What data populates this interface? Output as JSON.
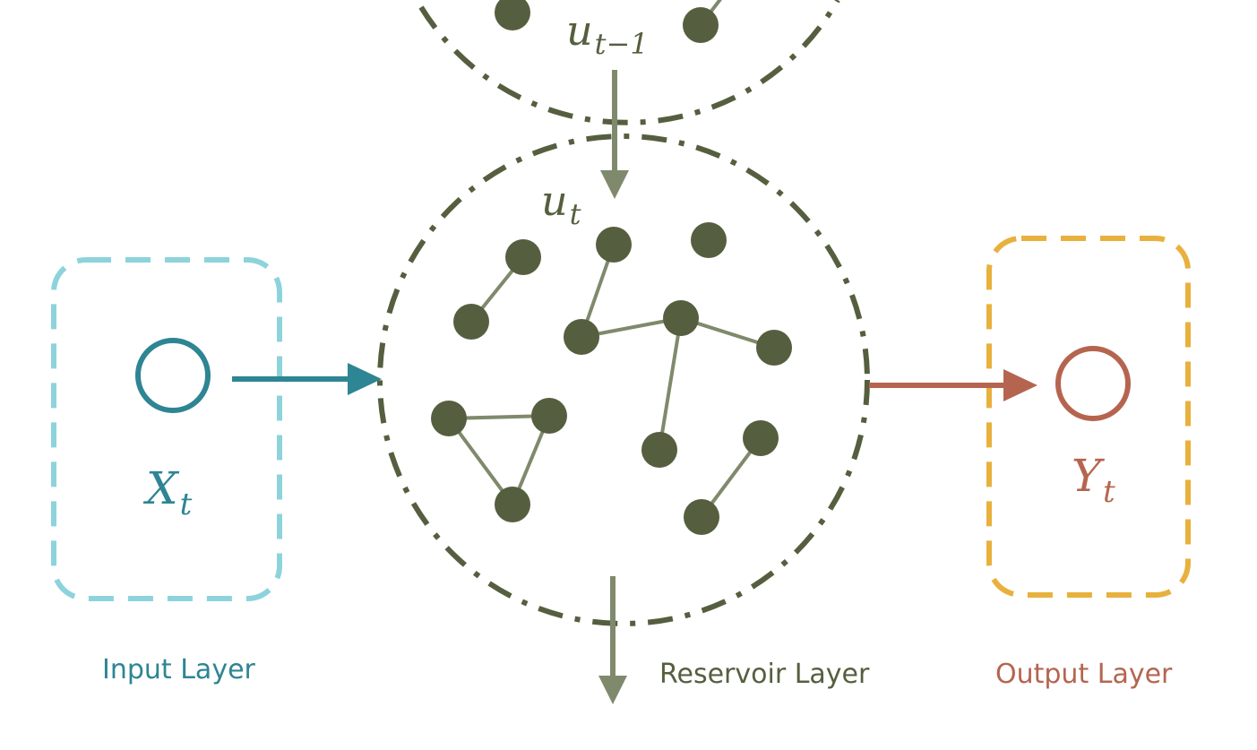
{
  "colors": {
    "reservoir": "#555f3f",
    "reservoir_edge": "#7f8a6c",
    "input": "#2e8593",
    "input_box": "#8dd3dc",
    "output": "#b5654f",
    "output_box": "#e8b13d",
    "background": "#ffffff"
  },
  "labels": {
    "prev_state_base": "u",
    "prev_state_sub": "t−1",
    "state_base": "u",
    "state_sub": "t",
    "input_var_base": "X",
    "input_var_sub": "t",
    "output_var_base": "Y",
    "output_var_sub": "t"
  },
  "captions": {
    "input_layer": "Input Layer",
    "reservoir_layer": "Reservoir Layer",
    "output_layer": "Output Layer"
  }
}
